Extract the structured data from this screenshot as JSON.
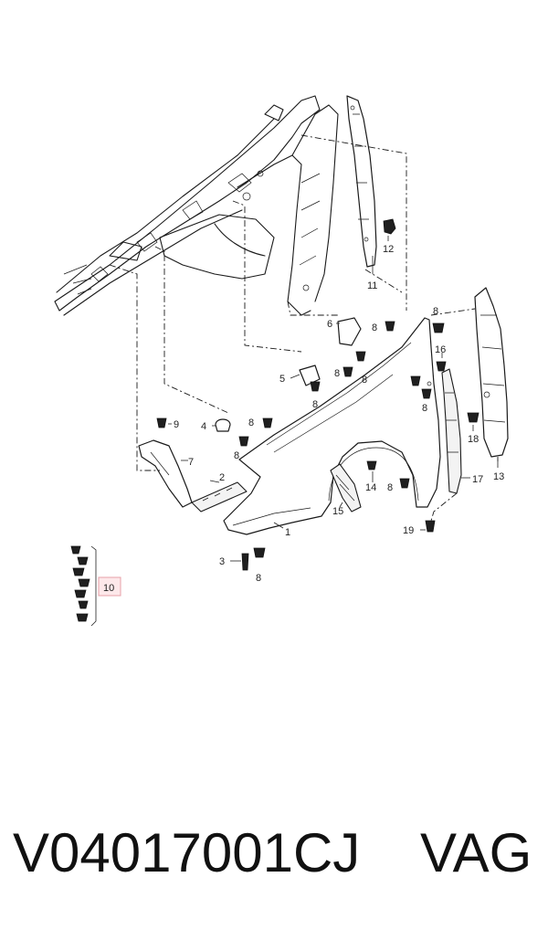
{
  "diagram": {
    "callouts": {
      "c1": "1",
      "c2": "2",
      "c3": "3",
      "c4": "4",
      "c5": "5",
      "c6": "6",
      "c7": "7",
      "c8a": "8",
      "c8b": "8",
      "c8c": "8",
      "c8d": "8",
      "c8e": "8",
      "c8f": "8",
      "c8g": "8",
      "c8h": "8",
      "c8i": "8",
      "c8j": "8",
      "c9": "9",
      "c10": "10",
      "c11": "11",
      "c12": "12",
      "c13": "13",
      "c14": "14",
      "c15": "15",
      "c16": "16",
      "c17": "17",
      "c18": "18",
      "c19": "19"
    },
    "highlight_color": "#fde8ea"
  },
  "footer": {
    "part_code": "V04017001CJ",
    "brand": "VAG"
  }
}
